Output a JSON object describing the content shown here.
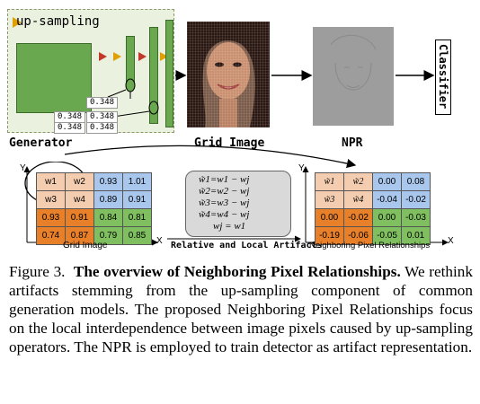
{
  "generator": {
    "label": "Generator",
    "up_sampling_label": "up-sampling",
    "values": [
      "0.348",
      "0.348",
      "0.348",
      "0.348",
      "0.348"
    ]
  },
  "grid_image": {
    "label": "Grid Image"
  },
  "npr": {
    "label": "NPR"
  },
  "classifier": {
    "label": "Classifier"
  },
  "axes": {
    "y": "Y",
    "x": "X"
  },
  "grid_matrix": {
    "label": "Grid  Image",
    "rows": [
      [
        "w1",
        "w2",
        "0.93",
        "1.01"
      ],
      [
        "w3",
        "w4",
        "0.89",
        "0.91"
      ],
      [
        "0.93",
        "0.91",
        "0.84",
        "0.81"
      ],
      [
        "0.74",
        "0.87",
        "0.79",
        "0.85"
      ]
    ]
  },
  "equations": {
    "lines": [
      "w̃1=w1 − wj",
      "w̃2=w2 − wj",
      "w̃3=w3 − wj",
      "w̃4=w4 − wj",
      "wj = w1"
    ],
    "label": "Relative and Local Artifacts"
  },
  "npr_matrix": {
    "label": "Neighboring Pixel Relationships",
    "rows": [
      [
        "w̃1",
        "w̃2",
        "0.00",
        "0.08"
      ],
      [
        "w̃3",
        "w̃4",
        "-0.04",
        "-0.02"
      ],
      [
        "0.00",
        "-0.02",
        "0.00",
        "-0.03"
      ],
      [
        "-0.19",
        "-0.06",
        "-0.05",
        "0.01"
      ]
    ]
  },
  "caption": {
    "prefix": "Figure 3.",
    "title": "The overview of Neighboring Pixel Relationships.",
    "body": "We rethink artifacts stemming from the up-sampling component of common generation models. The proposed Neighboring Pixel Relationships focus on the local interdependence between image pixels caused by up-sampling operators. The NPR is employed to train detector as artifact representation."
  }
}
